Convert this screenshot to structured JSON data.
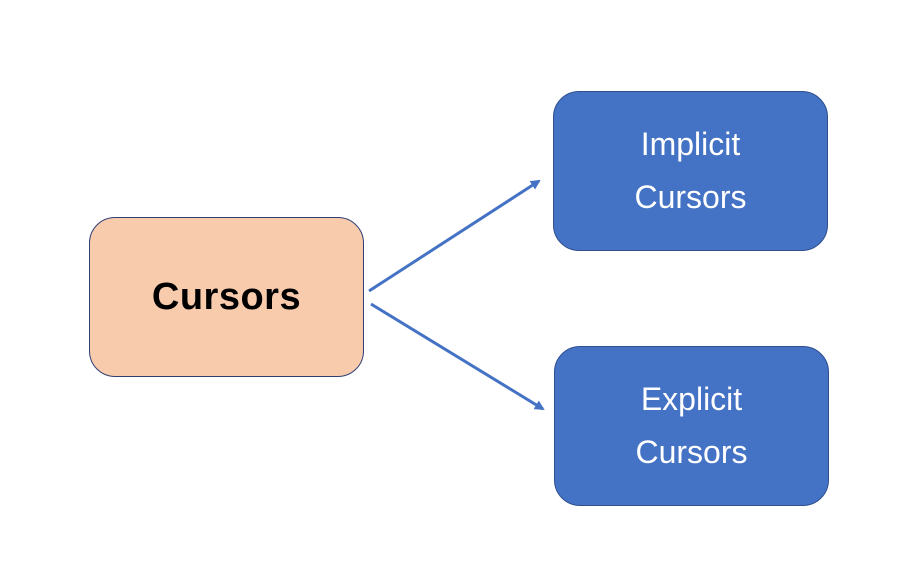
{
  "root": {
    "label": "Cursors",
    "fill": "#f8cbad"
  },
  "children": [
    {
      "line1": "Implicit",
      "line2": "Cursors",
      "fill": "#4472c4"
    },
    {
      "line1": "Explicit",
      "line2": "Cursors",
      "fill": "#4472c4"
    }
  ],
  "connector_color": "#4472c4"
}
